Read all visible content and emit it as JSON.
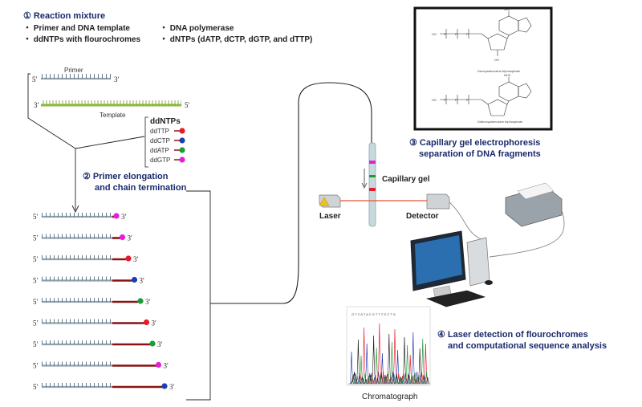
{
  "reaction": {
    "heading": "① Reaction mixture",
    "items": [
      "・ Primer and DNA template",
      "・ DNA polymerase",
      "・ ddNTPs with flourochromes",
      "・ dNTPs (dATP, dCTP, dGTP, and dTTP)"
    ]
  },
  "strands": {
    "primer_label": "Primer",
    "template_label": "Template",
    "five_prime": "5′",
    "three_prime": "3′"
  },
  "ddntps": {
    "title": "ddNTPs",
    "items": [
      {
        "label": "ddTTP",
        "color": "#e8192c"
      },
      {
        "label": "ddCTP",
        "color": "#1f3fb5"
      },
      {
        "label": "ddATP",
        "color": "#1f9a3a"
      },
      {
        "label": "ddGTP",
        "color": "#e51fd6"
      }
    ]
  },
  "elongation": {
    "title_line1": "② Primer elongation",
    "title_line2": "and chain termination",
    "fragments": [
      {
        "terminator_color": "#e51fd6"
      },
      {
        "terminator_color": "#e51fd6"
      },
      {
        "terminator_color": "#e8192c"
      },
      {
        "terminator_color": "#1f3fb5"
      },
      {
        "terminator_color": "#1f9a3a"
      },
      {
        "terminator_color": "#e8192c"
      },
      {
        "terminator_color": "#1f9a3a"
      },
      {
        "terminator_color": "#e51fd6"
      },
      {
        "terminator_color": "#1f3fb5"
      }
    ]
  },
  "electrophoresis": {
    "title_line1": "③ Capillary gel electrophoresis",
    "title_line2": "separation of DNA fragments",
    "capillary_label": "Capillary gel",
    "laser_label": "Laser",
    "detector_label": "Detector",
    "structure_caption_top": "Deoxyadenosine triphosphate",
    "structure_caption_bottom": "Dideoxyadenosine triphosphate",
    "atom_labels": {
      "nh2": "NH2",
      "n": "N",
      "o": "O",
      "oh": "OH",
      "ho": "HO",
      "p": "P"
    }
  },
  "detection": {
    "title_line1": "④ Laser detection of flourochromes",
    "title_line2": "and computational sequence analysis",
    "chromatograph_label": "Chromatograph",
    "sequence_text": "G T C A T A C G T T T G C T G"
  },
  "colors": {
    "gray_strand": "#8ea5b3",
    "template_green": "#8dbb3a",
    "extension_red": "#8a1212",
    "heading_navy": "#1a2a6c"
  }
}
